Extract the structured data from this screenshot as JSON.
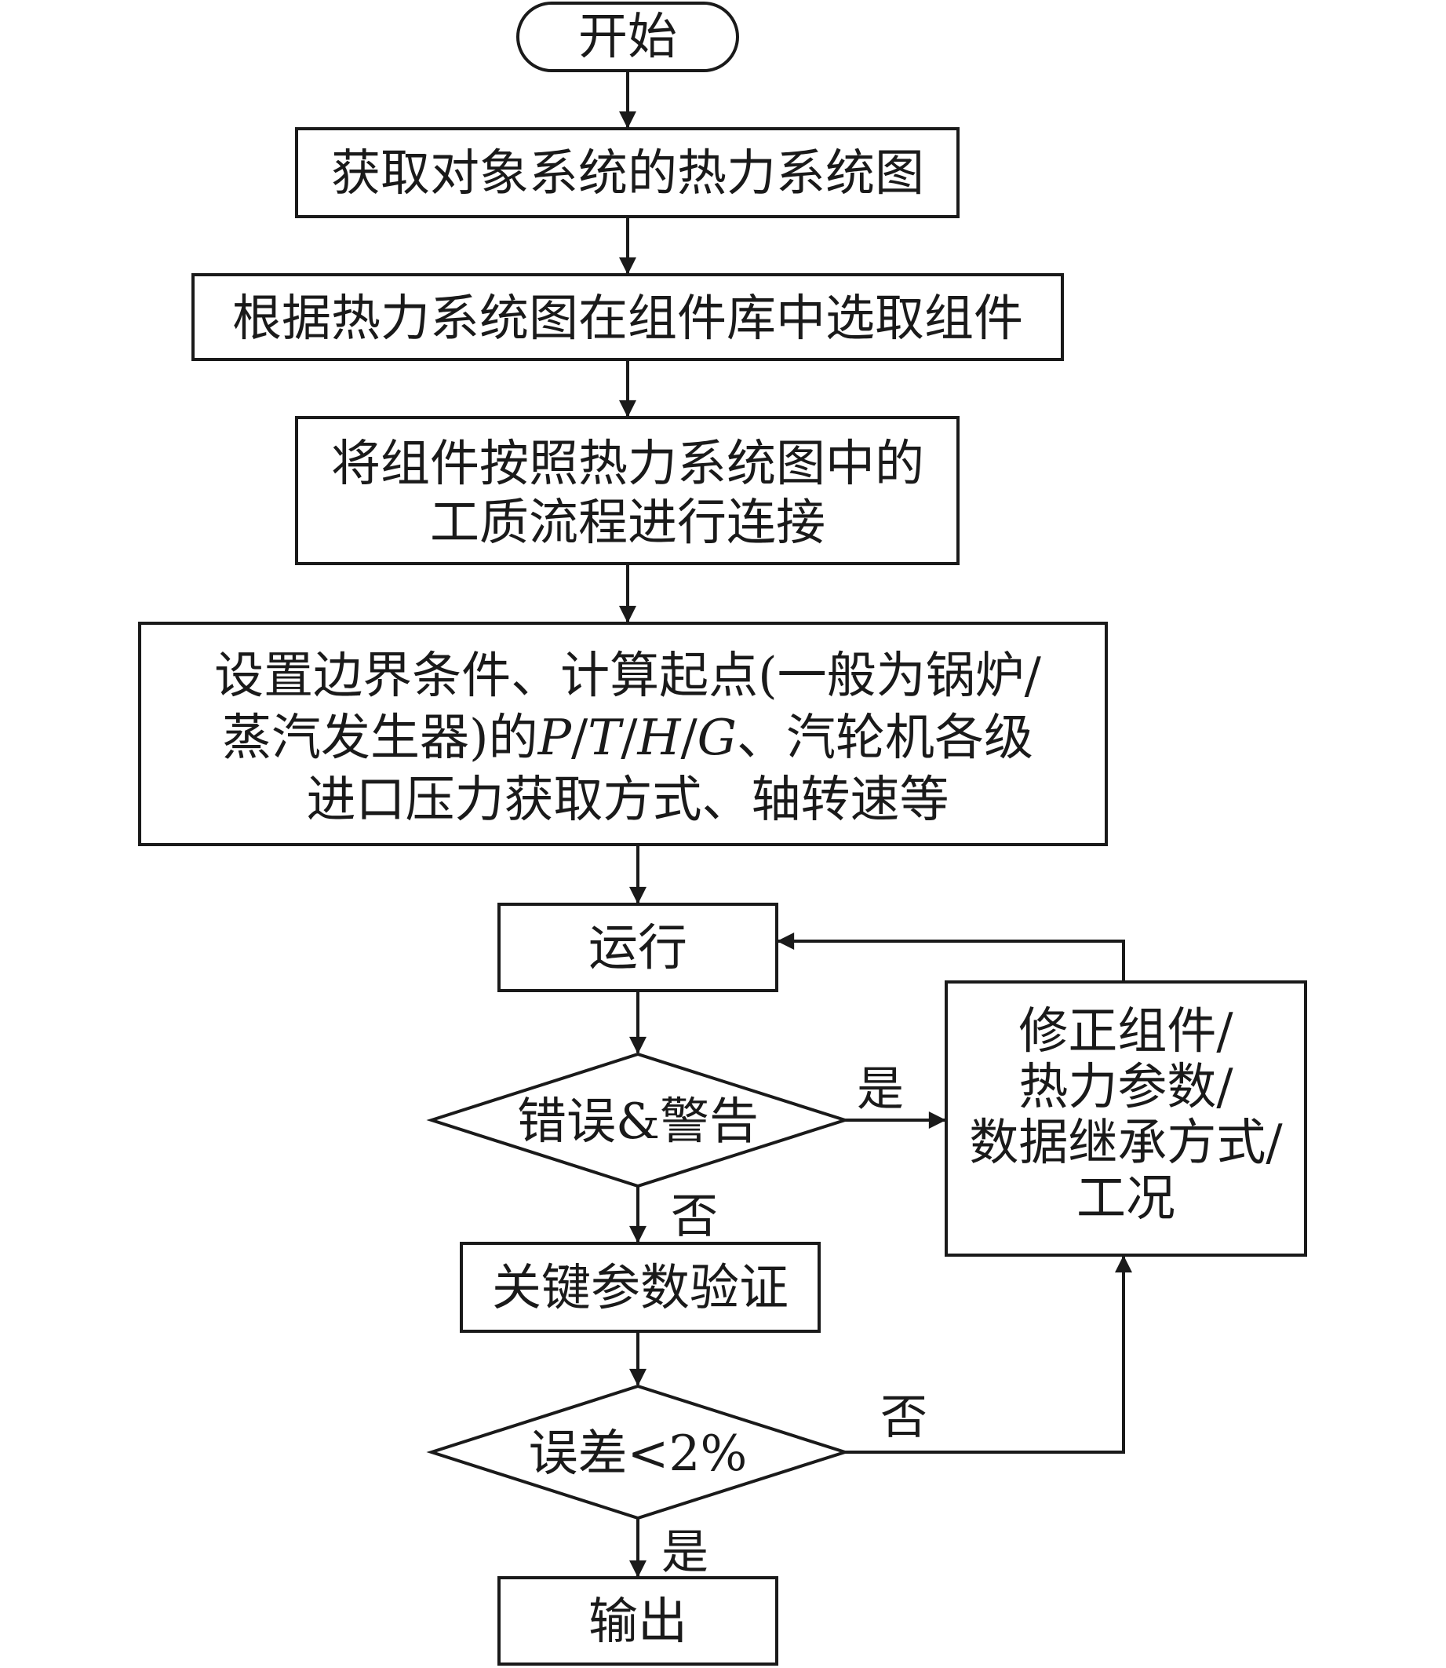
{
  "nodes": {
    "start": "开始",
    "step1": "获取对象系统的热力系统图",
    "step2": "根据热力系统图在组件库中选取组件",
    "step3": {
      "line1": "将组件按照热力系统图中的",
      "line2": "工质流程进行连接"
    },
    "step4": {
      "line1": "设置边界条件、计算起点(一般为锅炉/",
      "line2_pre": "蒸汽发生器)的",
      "line2_p": "P",
      "line2_t": "T",
      "line2_h": "H",
      "line2_g": "G",
      "line2_post": "、汽轮机各级",
      "line3": "进口压力获取方式、轴转速等"
    },
    "run": "运行",
    "decision1": "错误&警告",
    "verify": "关键参数验证",
    "decision2": "误差<2%",
    "output": "输出",
    "fix": {
      "line1": "修正组件/",
      "line2": "热力参数/",
      "line3": "数据继承方式/",
      "line4": "工况"
    }
  },
  "edge_labels": {
    "d1_yes": "是",
    "d1_no": "否",
    "d2_no": "否",
    "d2_yes": "是"
  }
}
